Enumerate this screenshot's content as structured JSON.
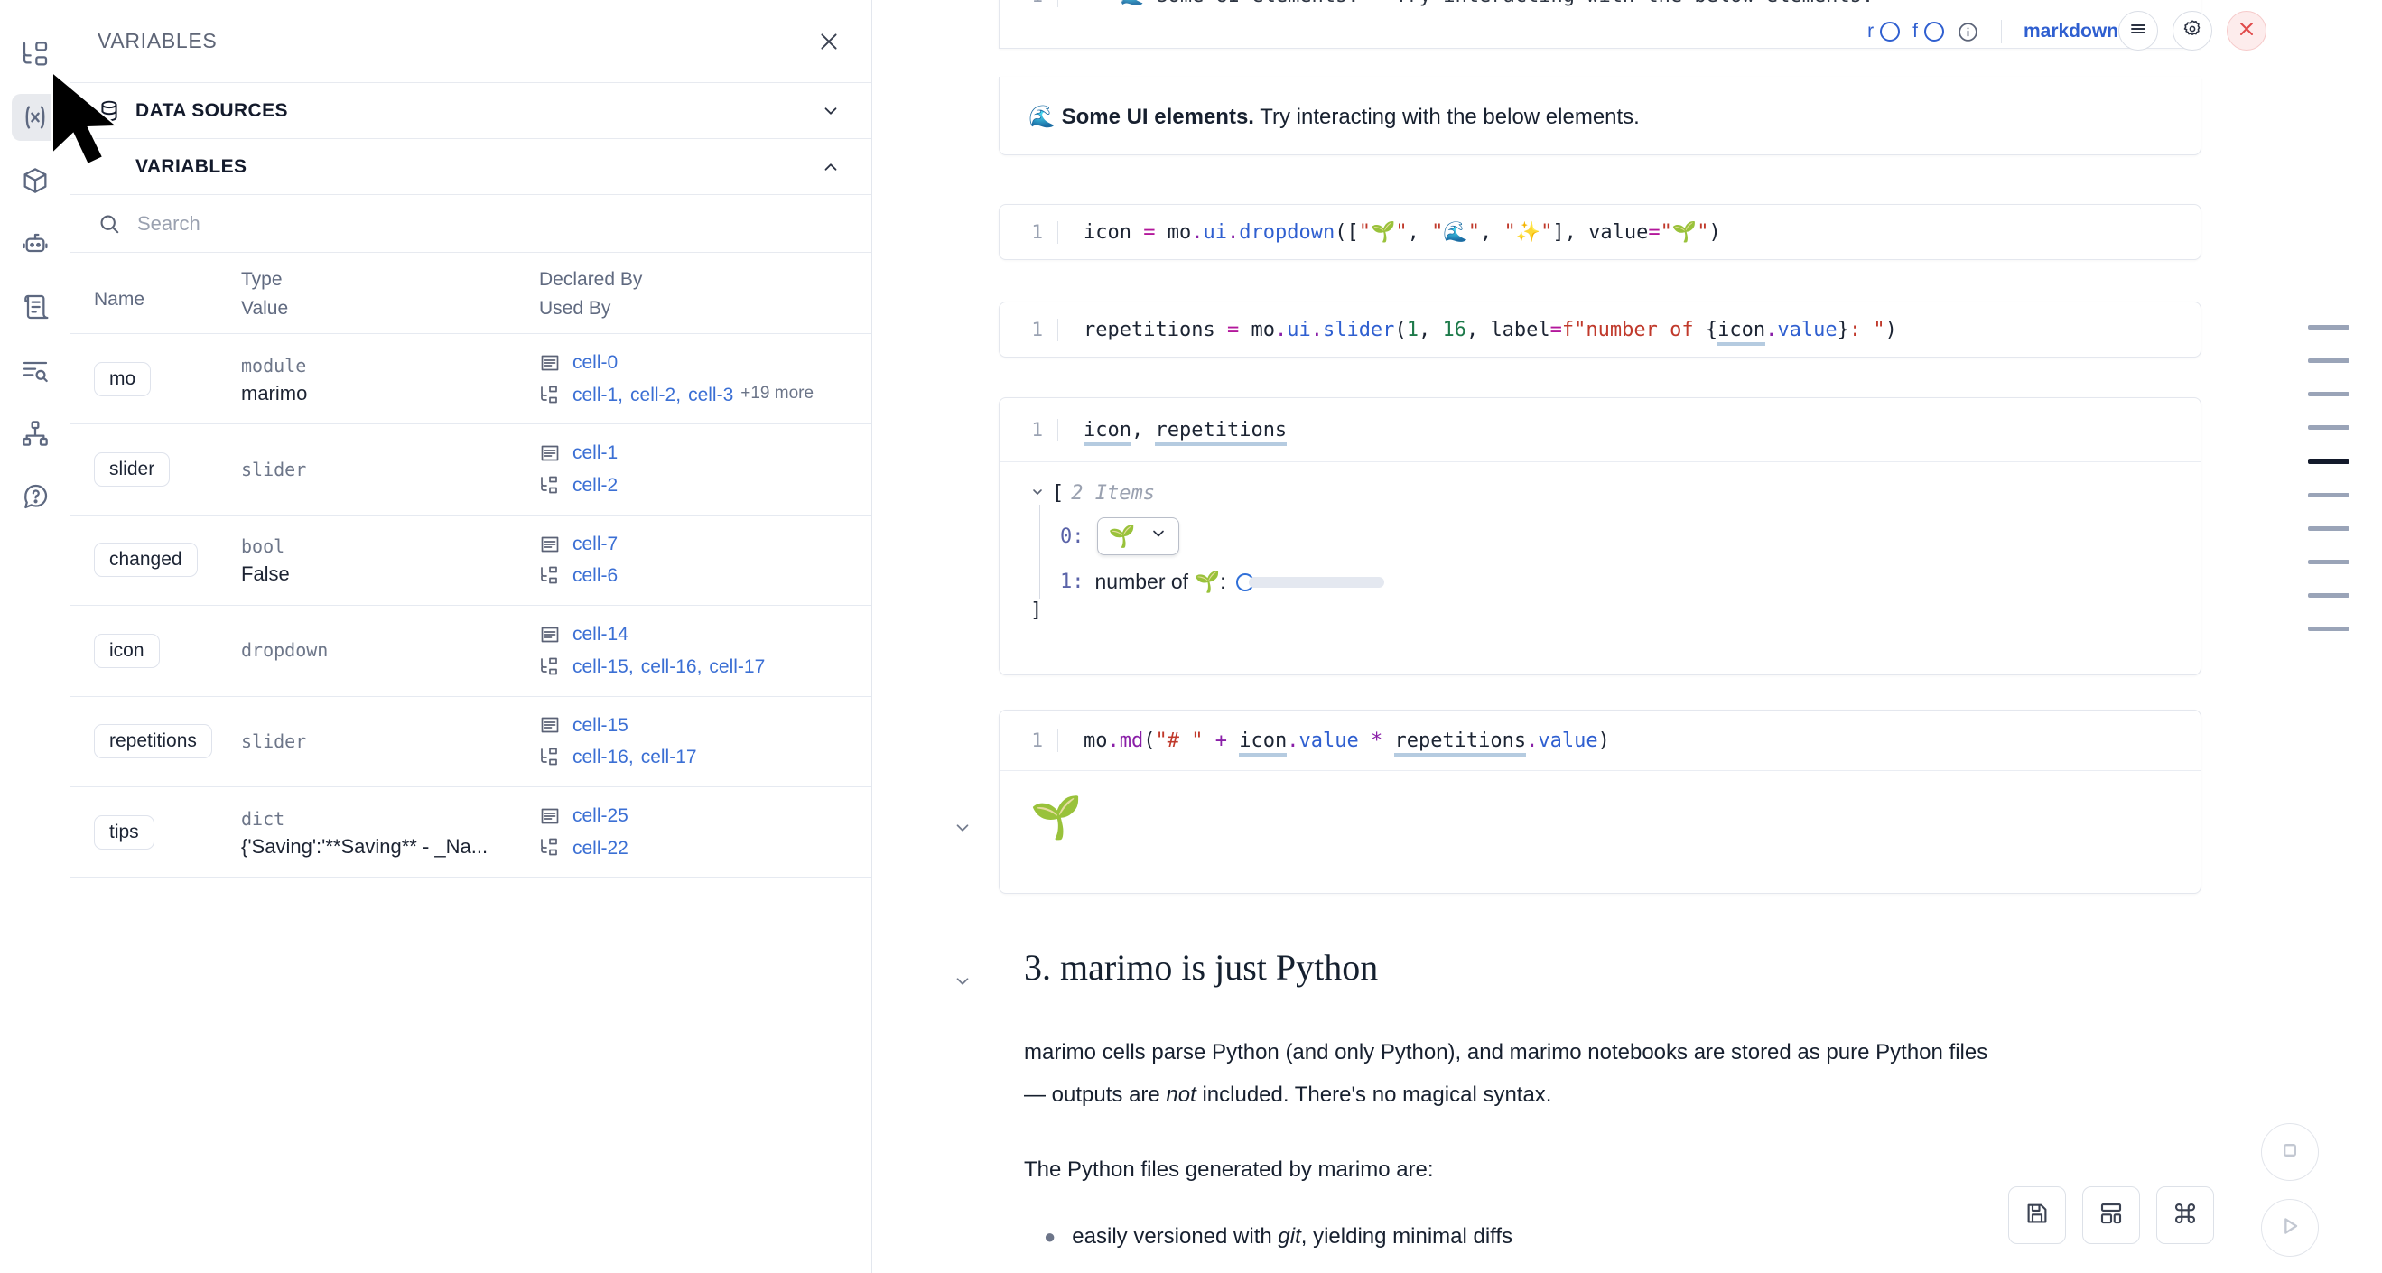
{
  "rail": {
    "items": [
      {
        "name": "file-explorer-icon",
        "label": "File Explorer"
      },
      {
        "name": "variables-icon",
        "label": "Variables"
      },
      {
        "name": "package-icon",
        "label": "Packages"
      },
      {
        "name": "robot-icon",
        "label": "Chat"
      },
      {
        "name": "scratchpad-icon",
        "label": "Scratchpad"
      },
      {
        "name": "outline-icon",
        "label": "Outline"
      },
      {
        "name": "dependency-graph-icon",
        "label": "Dependency Graph"
      },
      {
        "name": "help-icon",
        "label": "Help"
      }
    ],
    "active_index": 1
  },
  "panel": {
    "title": "VARIABLES",
    "close_label": "✕",
    "sections": [
      {
        "label": "DATA SOURCES",
        "expanded": false,
        "chevron": "⌄"
      },
      {
        "label": "VARIABLES",
        "expanded": true,
        "chevron": "⌃"
      }
    ],
    "search": {
      "value": "",
      "placeholder": "Search"
    },
    "columns": {
      "name": "Name",
      "type": "Type",
      "value": "Value",
      "declared_by": "Declared By",
      "used_by": "Used By"
    },
    "rows": [
      {
        "name": "mo",
        "type": "module",
        "value": "marimo",
        "declared_by": [
          "cell-0"
        ],
        "used_by": [
          "cell-1",
          "cell-2",
          "cell-3"
        ],
        "more": "+19 more"
      },
      {
        "name": "slider",
        "type": "slider",
        "value": "",
        "declared_by": [
          "cell-1"
        ],
        "used_by": [
          "cell-2"
        ],
        "more": ""
      },
      {
        "name": "changed",
        "type": "bool",
        "value": "False",
        "declared_by": [
          "cell-7"
        ],
        "used_by": [
          "cell-6"
        ],
        "more": ""
      },
      {
        "name": "icon",
        "type": "dropdown",
        "value": "",
        "declared_by": [
          "cell-14"
        ],
        "used_by": [
          "cell-15",
          "cell-16",
          "cell-17"
        ],
        "more": ""
      },
      {
        "name": "repetitions",
        "type": "slider",
        "value": "",
        "declared_by": [
          "cell-15"
        ],
        "used_by": [
          "cell-16",
          "cell-17"
        ],
        "more": ""
      },
      {
        "name": "tips",
        "type": "dict",
        "value": "{'Saving':'**Saving** - _Na...",
        "declared_by": [
          "cell-25"
        ],
        "used_by": [
          "cell-22"
        ],
        "more": ""
      }
    ]
  },
  "notebook": {
    "md_cell": {
      "code_line_number": "1",
      "code_text": "\"\"\"🌊 Some UI elements.\"\" Try interacting with the below elements.",
      "toolbar": {
        "r_label": "r",
        "f_label": "f",
        "info_icon": "info-icon",
        "language": "markdown",
        "menu_icon": "hamburger-icon",
        "settings_icon": "gear-icon",
        "close_icon": "close-icon"
      },
      "rendered_emoji": "🌊",
      "rendered_bold": "Some UI elements.",
      "rendered_rest": " Try interacting with the below elements."
    },
    "cells": [
      {
        "line_number": "1",
        "tokens": [
          {
            "t": "icon",
            "c": "plain"
          },
          {
            "t": " ",
            "c": "plain"
          },
          {
            "t": "=",
            "c": "pink"
          },
          {
            "t": " ",
            "c": "plain"
          },
          {
            "t": "mo",
            "c": "plain"
          },
          {
            "t": ".",
            "c": "dot"
          },
          {
            "t": "ui",
            "c": "blue"
          },
          {
            "t": ".",
            "c": "dot"
          },
          {
            "t": "dropdown",
            "c": "blue"
          },
          {
            "t": "([",
            "c": "plain"
          },
          {
            "t": "\"🌱\"",
            "c": "str"
          },
          {
            "t": ", ",
            "c": "plain"
          },
          {
            "t": "\"🌊\"",
            "c": "str"
          },
          {
            "t": ", ",
            "c": "plain"
          },
          {
            "t": "\"✨\"",
            "c": "str"
          },
          {
            "t": "], ",
            "c": "plain"
          },
          {
            "t": "value",
            "c": "plain"
          },
          {
            "t": "=",
            "c": "pink"
          },
          {
            "t": "\"🌱\"",
            "c": "str"
          },
          {
            "t": ")",
            "c": "plain"
          }
        ]
      },
      {
        "line_number": "1",
        "tokens": [
          {
            "t": "repetitions",
            "c": "plain"
          },
          {
            "t": " ",
            "c": "plain"
          },
          {
            "t": "=",
            "c": "pink"
          },
          {
            "t": " ",
            "c": "plain"
          },
          {
            "t": "mo",
            "c": "plain"
          },
          {
            "t": ".",
            "c": "dot"
          },
          {
            "t": "ui",
            "c": "blue"
          },
          {
            "t": ".",
            "c": "dot"
          },
          {
            "t": "slider",
            "c": "blue"
          },
          {
            "t": "(",
            "c": "plain"
          },
          {
            "t": "1",
            "c": "num"
          },
          {
            "t": ", ",
            "c": "plain"
          },
          {
            "t": "16",
            "c": "num"
          },
          {
            "t": ", ",
            "c": "plain"
          },
          {
            "t": "label",
            "c": "plain"
          },
          {
            "t": "=",
            "c": "pink"
          },
          {
            "t": "f\"number of ",
            "c": "str"
          },
          {
            "t": "{",
            "c": "plain"
          },
          {
            "t": "icon",
            "c": "ref"
          },
          {
            "t": ".",
            "c": "dot"
          },
          {
            "t": "value",
            "c": "blue"
          },
          {
            "t": "}",
            "c": "plain"
          },
          {
            "t": ": \"",
            "c": "str"
          },
          {
            "t": ")",
            "c": "plain"
          }
        ]
      }
    ],
    "ui_cell": {
      "line_number": "1",
      "tokens": [
        {
          "t": "icon",
          "c": "ref"
        },
        {
          "t": ", ",
          "c": "plain"
        },
        {
          "t": "repetitions",
          "c": "ref"
        }
      ],
      "output": {
        "caret": "⌄",
        "open_bracket": "[",
        "items_label": "2 Items",
        "close_bracket": "]",
        "entries": [
          {
            "index": "0:",
            "kind": "dropdown",
            "value": "🌱",
            "chevron": "⌄"
          },
          {
            "index": "1:",
            "kind": "slider",
            "label": "number of 🌱:",
            "slider_value": 1,
            "slider_min": 1,
            "slider_max": 16
          }
        ]
      }
    },
    "md_output_cell": {
      "line_number": "1",
      "tokens": [
        {
          "t": "mo",
          "c": "plain"
        },
        {
          "t": ".",
          "c": "dot"
        },
        {
          "t": "md",
          "c": "dot"
        },
        {
          "t": "(",
          "c": "plain"
        },
        {
          "t": "\"# \"",
          "c": "str"
        },
        {
          "t": " ",
          "c": "plain"
        },
        {
          "t": "+",
          "c": "purple"
        },
        {
          "t": " ",
          "c": "plain"
        },
        {
          "t": "icon",
          "c": "ref"
        },
        {
          "t": ".",
          "c": "dot"
        },
        {
          "t": "value",
          "c": "blue"
        },
        {
          "t": " ",
          "c": "plain"
        },
        {
          "t": "*",
          "c": "purple"
        },
        {
          "t": " ",
          "c": "plain"
        },
        {
          "t": "repetitions",
          "c": "ref"
        },
        {
          "t": ".",
          "c": "dot"
        },
        {
          "t": "value",
          "c": "blue"
        },
        {
          "t": ")",
          "c": "plain"
        }
      ],
      "output_emoji": "🌱"
    },
    "section": {
      "heading": "3. marimo is just Python",
      "paragraph_1_a": "marimo cells parse Python (and only Python), and marimo notebooks are stored as pure Python files",
      "paragraph_1_b_pre": "— outputs are ",
      "paragraph_1_b_em": "not",
      "paragraph_1_b_post": " included. There's no magical syntax.",
      "paragraph_2": "The Python files generated by marimo are:",
      "bullet_1_pre": "easily versioned with ",
      "bullet_1_em": "git",
      "bullet_1_post": ", yielding minimal diffs"
    },
    "minimap": {
      "lines": 10,
      "current_index": 4
    },
    "bottom_tools": [
      {
        "name": "save-button",
        "icon": "save-icon"
      },
      {
        "name": "layout-button",
        "icon": "layout-icon"
      },
      {
        "name": "command-palette-button",
        "icon": "command-icon"
      }
    ],
    "circle_tools": [
      {
        "name": "stop-button",
        "icon": "stop-icon"
      },
      {
        "name": "run-button",
        "icon": "play-icon"
      }
    ]
  },
  "colors": {
    "link_blue": "#3b6fd4",
    "accent_blue": "#2f5fd0",
    "danger": "#e04a4a",
    "text": "#1e2430",
    "muted": "#6d7689"
  }
}
